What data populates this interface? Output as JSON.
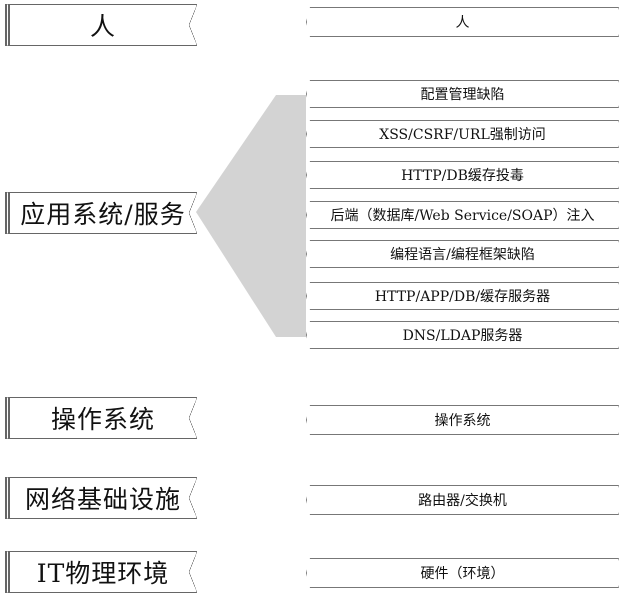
{
  "layers": [
    {
      "label": "人",
      "items": [
        "人"
      ]
    },
    {
      "label": "应用系统/服务",
      "items": [
        "配置管理缺陷",
        "XSS/CSRF/URL强制访问",
        "HTTP/DB缓存投毒",
        "后端（数据库/Web Service/SOAP）注入",
        "编程语言/编程框架缺陷",
        "HTTP/APP/DB/缓存服务器",
        "DNS/LDAP服务器"
      ]
    },
    {
      "label": "操作系统",
      "items": [
        "操作系统"
      ]
    },
    {
      "label": "网络基础设施",
      "items": [
        "路由器/交换机"
      ]
    },
    {
      "label": "IT物理环境",
      "items": [
        "硬件（环境）"
      ]
    }
  ],
  "colors": {
    "fan": "#d3d3d3",
    "border": "#666666"
  }
}
